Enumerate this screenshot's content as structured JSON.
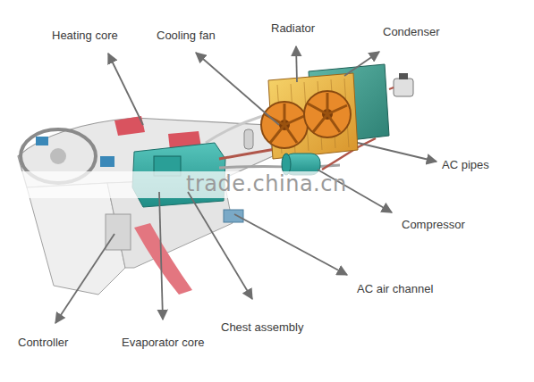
{
  "diagram": {
    "labels": [
      "Heating core",
      "Cooling fan",
      "Radiator",
      "Condenser",
      "AC pipes",
      "Compressor",
      "AC air channel",
      "Chest assembly",
      "Evaporator core",
      "Controller",
      "trade.china.cn"
    ]
  }
}
